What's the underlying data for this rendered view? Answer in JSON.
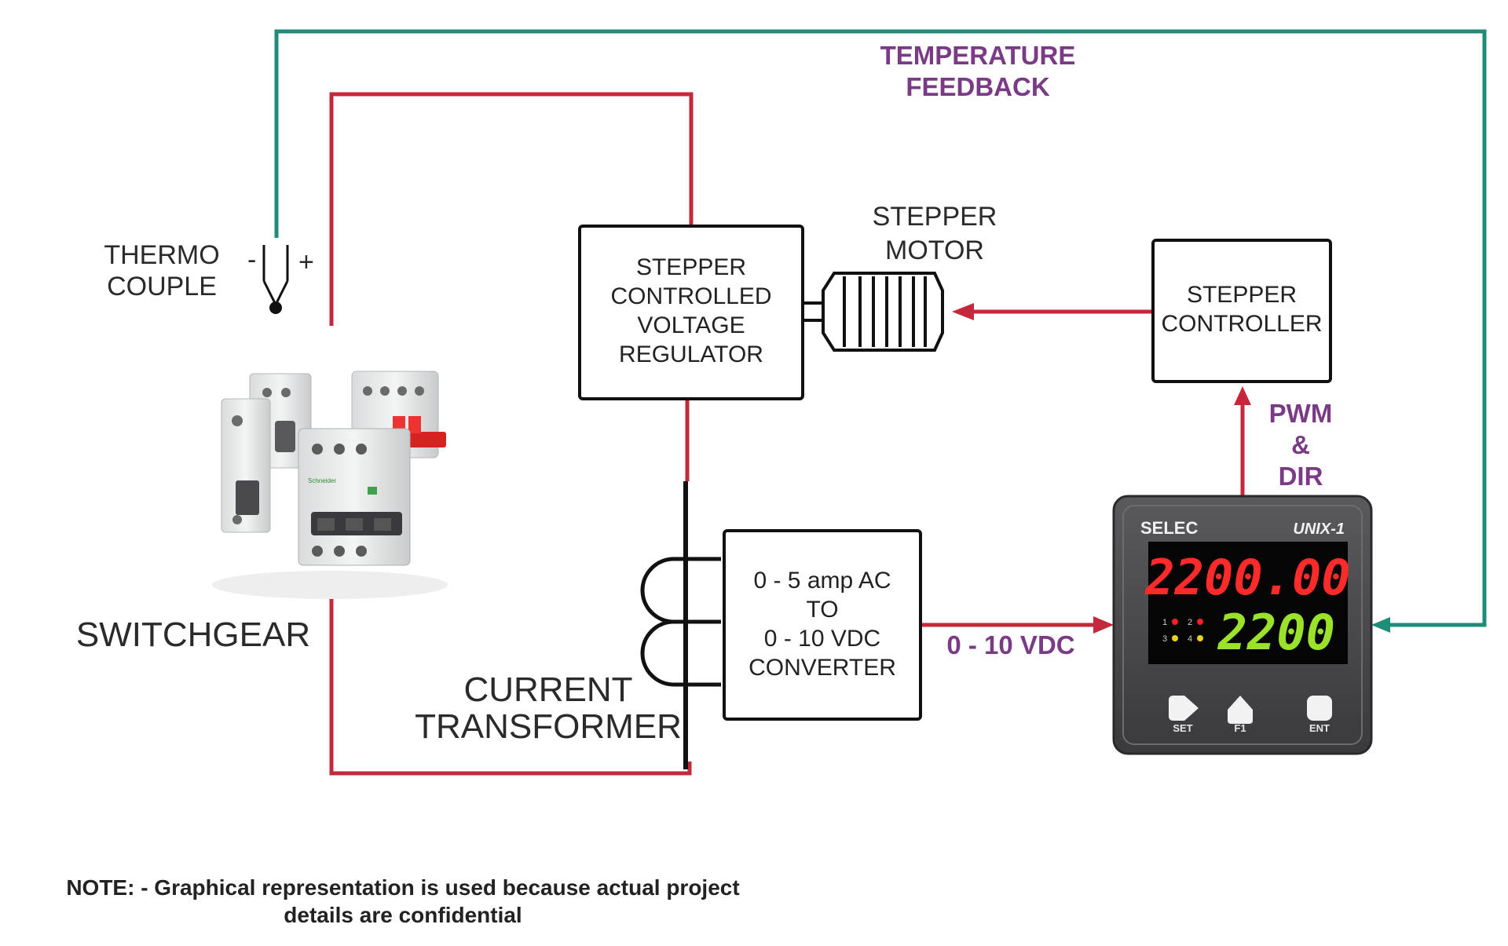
{
  "colors": {
    "power_wire": "#c5283a",
    "feedback_wire": "#1f8c78",
    "label_purple": "#7a3a86",
    "box_stroke": "#111111"
  },
  "labels": {
    "feedback": [
      "TEMPERATURE",
      "FEEDBACK"
    ],
    "thermocouple": [
      "THERMO",
      "COUPLE"
    ],
    "thermo_minus": "-",
    "thermo_plus": "+",
    "switchgear": "SWITCHGEAR",
    "current_transformer": [
      "CURRENT",
      "TRANSFORMER"
    ],
    "stepper_motor": [
      "STEPPER",
      "MOTOR"
    ],
    "pwm_dir": [
      "PWM",
      "&",
      "DIR"
    ],
    "vdc_signal": "0 - 10 VDC"
  },
  "boxes": {
    "regulator": [
      "STEPPER",
      "CONTROLLED",
      "VOLTAGE",
      "REGULATOR"
    ],
    "stepper_controller": [
      "STEPPER",
      "CONTROLLER"
    ],
    "converter": [
      "0 - 5 amp AC",
      "TO",
      "0 - 10 VDC",
      "CONVERTER"
    ]
  },
  "controller_device": {
    "brand": "SELEC",
    "model": "UNIX-1",
    "display_top": "2200.00",
    "display_bottom": "2200",
    "leds": [
      "1",
      "2",
      "3",
      "4"
    ],
    "buttons": [
      "SET",
      "F1",
      "ENT"
    ],
    "display_top_color": "#ff2a2a",
    "display_bottom_color": "#9be22a"
  },
  "switchgear_device": {
    "brand": "Schneider"
  },
  "note": [
    "NOTE: - Graphical representation is used because actual project",
    "details are confidential"
  ]
}
